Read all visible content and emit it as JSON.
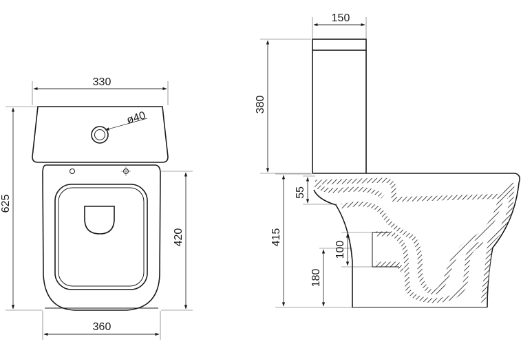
{
  "dimensions": {
    "front_tank_width": "330",
    "front_hole_diameter": "ø40",
    "front_total_height": "625",
    "front_bowl_height": "420",
    "front_base_width": "360",
    "side_tank_depth": "150",
    "side_tank_height": "380",
    "side_inlet_offset": "55",
    "side_bowl_height": "415",
    "side_outlet_diameter": "100",
    "side_outlet_height": "180"
  }
}
